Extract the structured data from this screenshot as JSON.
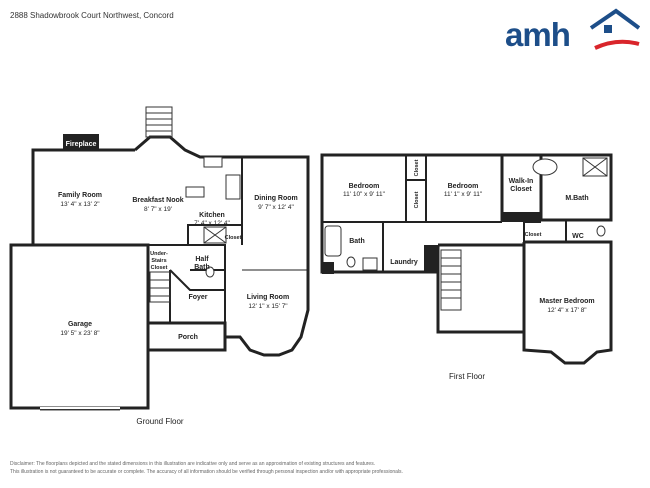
{
  "header": {
    "address": "2888 Shadowbrook Court Northwest, Concord",
    "logo_text": "amh",
    "brand_color": "#1d4e89",
    "accent_color": "#d9252b"
  },
  "floors": {
    "ground": {
      "label": "Ground Floor",
      "rooms": {
        "fireplace": {
          "name": "Fireplace"
        },
        "family_room": {
          "name": "Family Room",
          "dims": "13' 4\" x 13' 2\""
        },
        "breakfast_nook": {
          "name": "Breakfast Nook",
          "dims": "8' 7\" x 19'"
        },
        "dining_room": {
          "name": "Dining Room",
          "dims": "9' 7\" x 12' 4\""
        },
        "kitchen": {
          "name": "Kitchen",
          "dims": "7' 4\" x 12' 4\""
        },
        "closet": {
          "name": "Closet"
        },
        "under_stairs": {
          "name": "Under-\nStairs\nCloset",
          "l1": "Under-",
          "l2": "Stairs",
          "l3": "Closet"
        },
        "half_bath": {
          "name": "Half Bath",
          "l1": "Half",
          "l2": "Bath"
        },
        "garage": {
          "name": "Garage",
          "dims": "19' 5\" x 23' 8\""
        },
        "foyer": {
          "name": "Foyer"
        },
        "living_room": {
          "name": "Living Room",
          "dims": "12' 1\" x 15' 7\""
        },
        "porch": {
          "name": "Porch"
        }
      }
    },
    "first": {
      "label": "First Floor",
      "rooms": {
        "bedroom1": {
          "name": "Bedroom",
          "dims": "11' 10\" x 9' 11\""
        },
        "bedroom2": {
          "name": "Bedroom",
          "dims": "11' 1\" x 9' 11\""
        },
        "closet_a": {
          "name": "Closet"
        },
        "closet_b": {
          "name": "Closet"
        },
        "walkin_closet": {
          "name": "Walk-In Closet",
          "l1": "Walk-In",
          "l2": "Closet"
        },
        "mbath": {
          "name": "M.Bath"
        },
        "bath": {
          "name": "Bath"
        },
        "laundry": {
          "name": "Laundry"
        },
        "closet_c": {
          "name": "Closet"
        },
        "wc": {
          "name": "WC"
        },
        "master_bedroom": {
          "name": "Master Bedroom",
          "dims": "12' 4\" x 17' 8\""
        }
      }
    }
  },
  "disclaimer": {
    "line1": "Disclaimer: The floorplans depicted and the stated dimensions in this illustration are indicative only and serve as an approximation of existing structures and features.",
    "line2": "This illustration is not guaranteed to be accurate or complete. The accuracy of all information should be verified through personal inspection and/or with appropriate professionals."
  }
}
